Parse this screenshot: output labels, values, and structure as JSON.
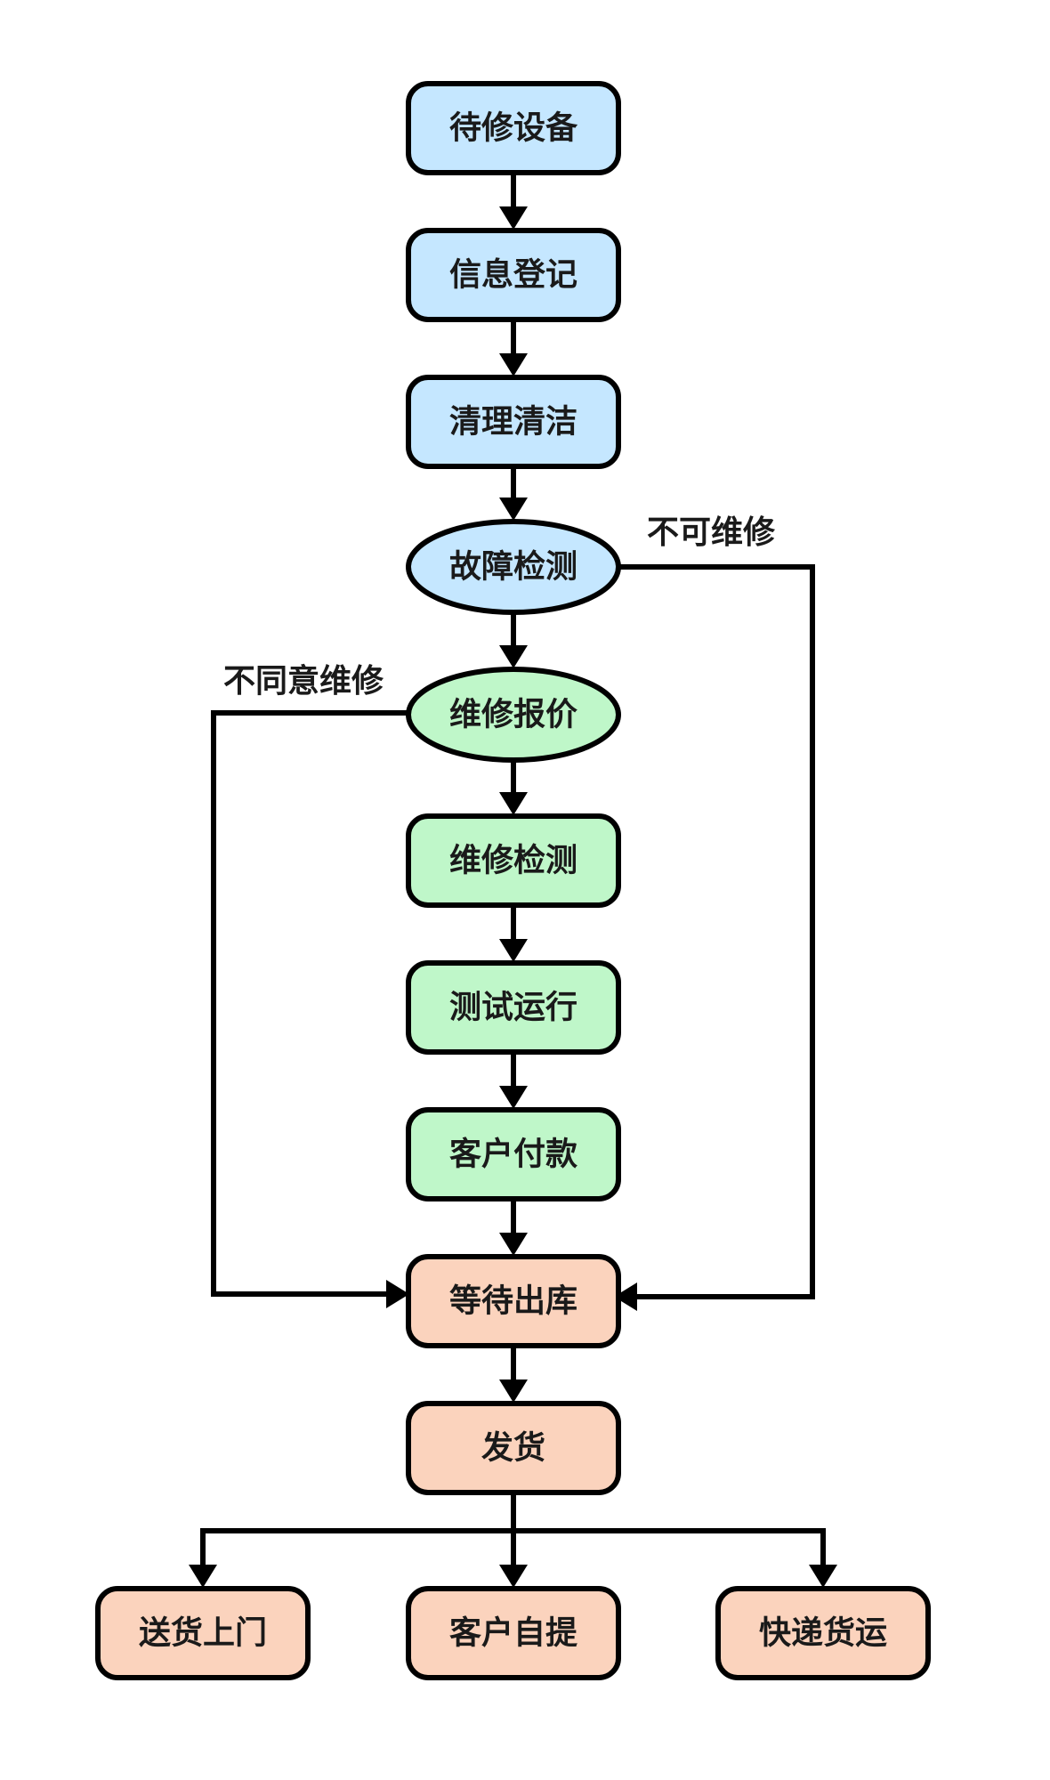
{
  "colors": {
    "intake": "#c5e7ff",
    "repair": "#bff7c9",
    "shipping": "#fbd3bd",
    "stroke": "#000000"
  },
  "nodes": {
    "pending_device": "待修设备",
    "info_registration": "信息登记",
    "clean": "清理清洁",
    "fault_detection": "故障检测",
    "repair_quote": "维修报价",
    "repair_check": "维修检测",
    "test_run": "测试运行",
    "customer_payment": "客户付款",
    "await_outbound": "等待出库",
    "ship": "发货",
    "home_delivery": "送货上门",
    "customer_pickup": "客户自提",
    "express_freight": "快递货运"
  },
  "edge_labels": {
    "not_repairable": "不可维修",
    "repair_declined": "不同意维修"
  }
}
